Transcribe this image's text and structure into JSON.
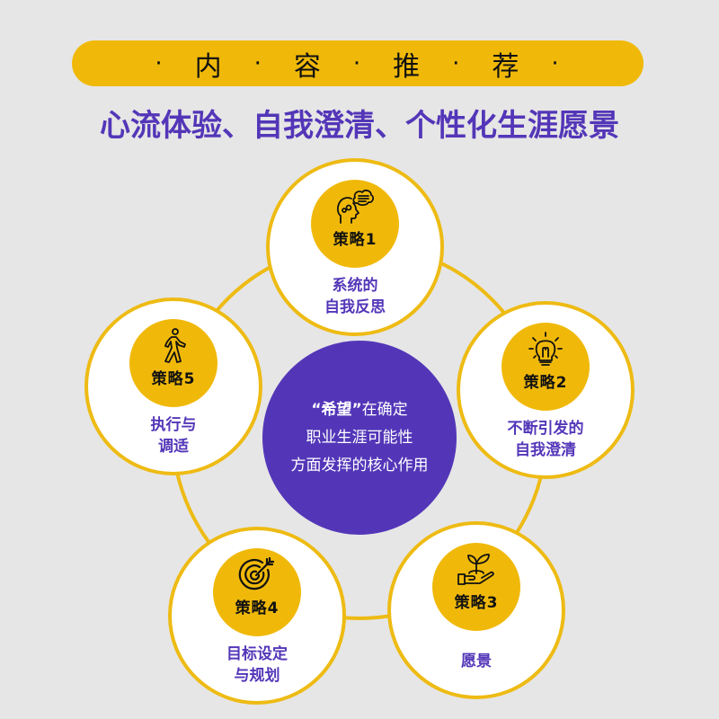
{
  "banner": {
    "chars": [
      "内",
      "容",
      "推",
      "荐"
    ],
    "separator": "·"
  },
  "subtitle": "心流体验、自我澄清、个性化生涯愿景",
  "colors": {
    "background": "#e6e6e6",
    "yellow": "#f0b90a",
    "purple": "#5336b8",
    "white": "#ffffff"
  },
  "center": {
    "line1_quoted": "“希望”",
    "line1_rest": "在确定",
    "line2": "职业生涯可能性",
    "line3": "方面发挥的核心作用"
  },
  "strategies": [
    {
      "label": "策略1",
      "icon": "head-thought-icon",
      "desc_line1": "系统的",
      "desc_line2": "自我反思"
    },
    {
      "label": "策略2",
      "icon": "lightbulb-icon",
      "desc_line1": "不断引发的",
      "desc_line2": "自我澄清"
    },
    {
      "label": "策略3",
      "icon": "hand-plant-icon",
      "desc_line1": "愿景",
      "desc_line2": ""
    },
    {
      "label": "策略4",
      "icon": "target-icon",
      "desc_line1": "目标设定",
      "desc_line2": "与规划"
    },
    {
      "label": "策略5",
      "icon": "walking-person-icon",
      "desc_line1": "执行与",
      "desc_line2": "调适"
    }
  ]
}
